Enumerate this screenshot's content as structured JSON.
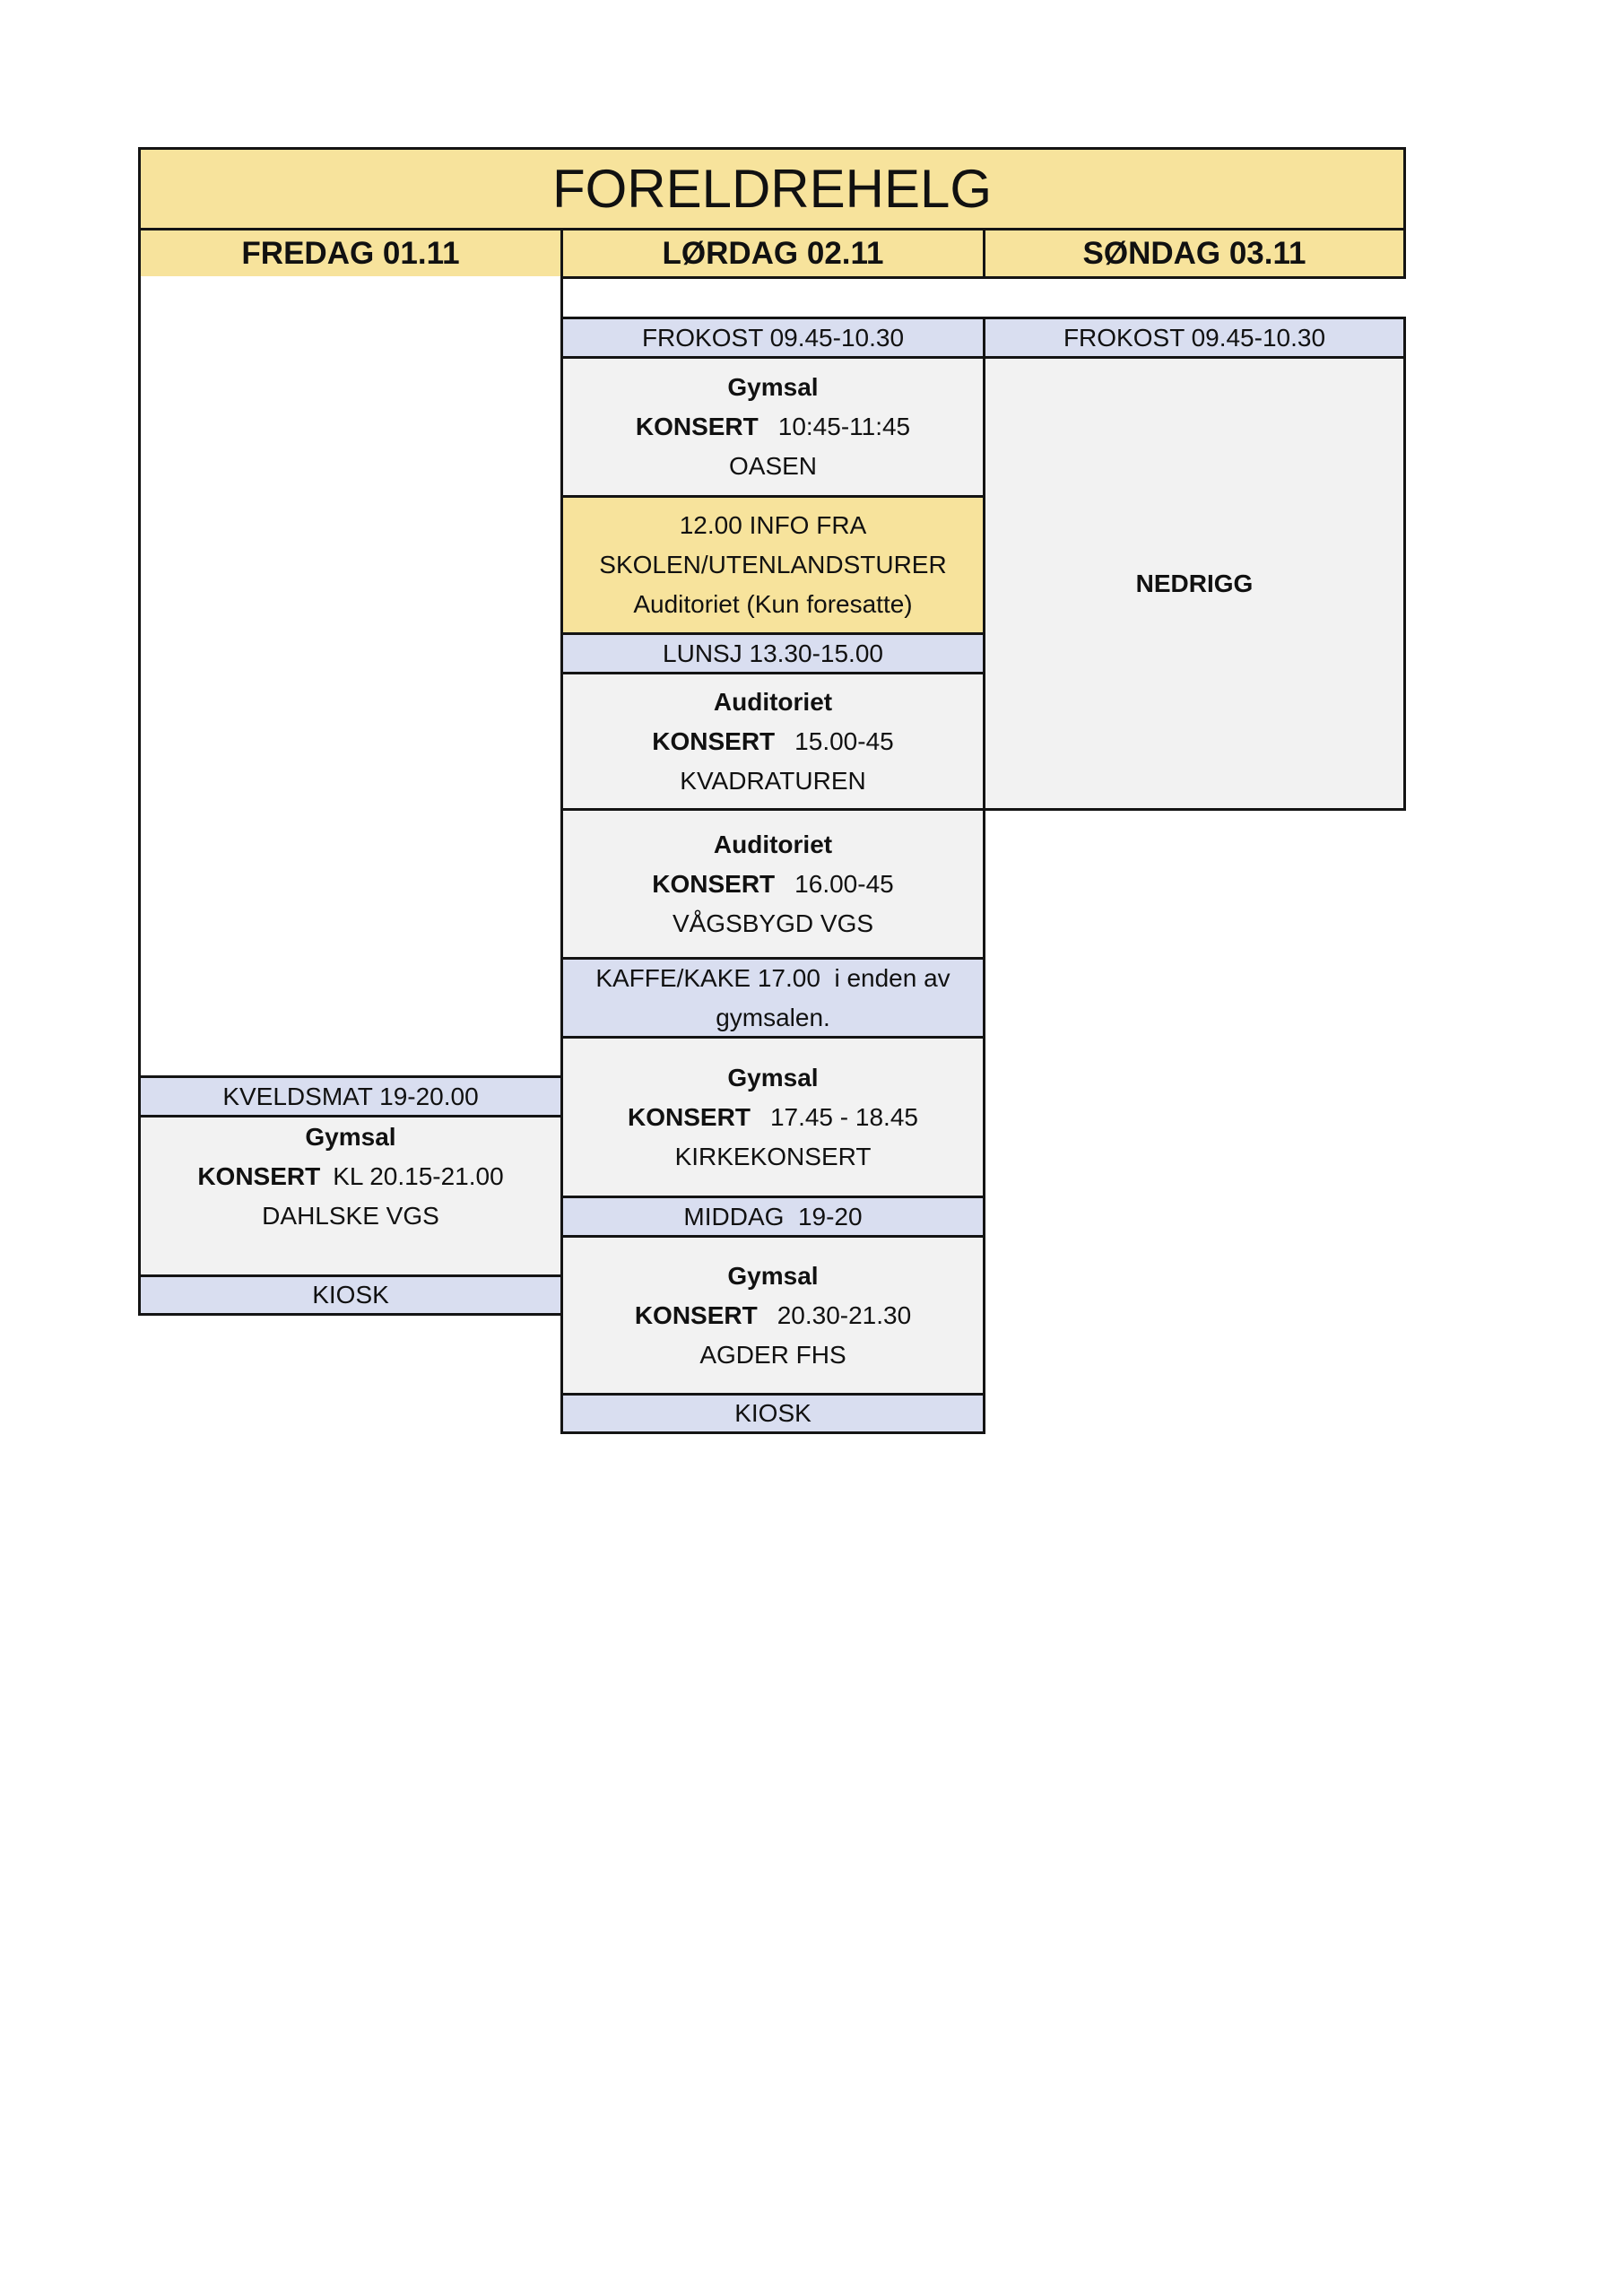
{
  "title": "FORELDREHELG",
  "days": [
    {
      "label": "FREDAG 01.11"
    },
    {
      "label": "LØRDAG 02.11"
    },
    {
      "label": "SØNDAG 03.11"
    }
  ],
  "fredag": {
    "kveldsmat": "KVELDSMAT 19-20.00",
    "concert": {
      "venue": "Gymsal",
      "kind": "KONSERT",
      "time": "KL 20.15-21.00",
      "performer": "DAHLSKE VGS"
    },
    "kiosk": "KIOSK"
  },
  "lordag": {
    "frokost": "FROKOST 09.45-10.30",
    "concert1": {
      "venue": "Gymsal",
      "kind": "KONSERT",
      "time": "10:45-11:45",
      "performer": "OASEN"
    },
    "info": {
      "line1": "12.00 INFO FRA",
      "line2": "SKOLEN/UTENLANDSTURER",
      "line3": "Auditoriet (Kun foresatte)"
    },
    "lunsj": "LUNSJ 13.30-15.00",
    "concert2": {
      "venue": "Auditoriet",
      "kind": "KONSERT",
      "time": "15.00-45",
      "performer": "KVADRATUREN"
    },
    "concert3": {
      "venue": "Auditoriet",
      "kind": "KONSERT",
      "time": "16.00-45",
      "performer": "VÅGSBYGD VGS"
    },
    "kaffe": {
      "line1": "KAFFE/KAKE 17.00  i enden av",
      "line2": "gymsalen."
    },
    "concert4": {
      "venue": "Gymsal",
      "kind": "KONSERT",
      "time": "17.45 - 18.45",
      "performer": "KIRKEKONSERT"
    },
    "middag": "MIDDAG  19-20",
    "concert5": {
      "venue": "Gymsal",
      "kind": "KONSERT",
      "time": "20.30-21.30",
      "performer": "AGDER FHS"
    },
    "kiosk": "KIOSK"
  },
  "sondag": {
    "frokost": "FROKOST 09.45-10.30",
    "nedrigg": "NEDRIGG"
  },
  "colors": {
    "header_yellow": "#F7E39C",
    "meal_lavender": "#D9DEF0",
    "event_grey": "#F2F2F2",
    "border": "#141414"
  }
}
